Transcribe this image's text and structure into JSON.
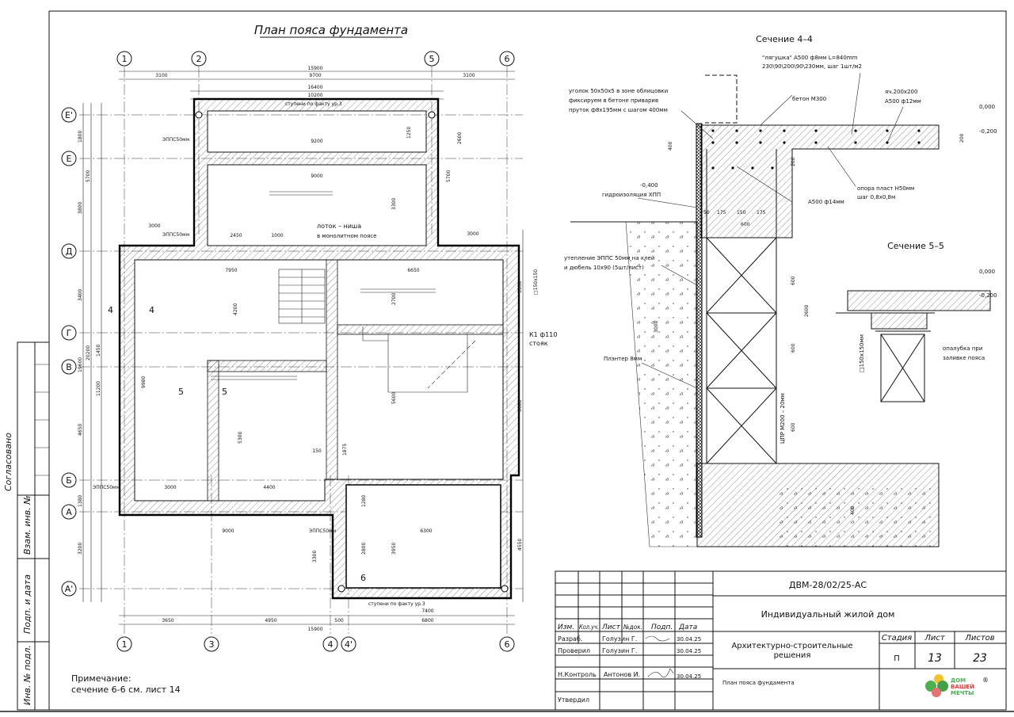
{
  "plan": {
    "title": "План пояса фундамента",
    "axes_top": [
      "1",
      "2",
      "5",
      "6"
    ],
    "axes_bottom": [
      "1",
      "3",
      "4",
      "4'",
      "6"
    ],
    "axes_left": [
      "Е'",
      "Е",
      "Д",
      "Г",
      "В",
      "Б",
      "А",
      "А'"
    ],
    "dims_top": [
      "15900",
      "3100",
      "9700",
      "3100",
      "16400",
      "10200"
    ],
    "dims_bottom": [
      "3650",
      "4950",
      "500",
      "6800",
      "15900",
      "7400"
    ],
    "dims_left": [
      "1800",
      "5700",
      "3800",
      "3400",
      "19600",
      "20200",
      "1450",
      "11200",
      "9980",
      "4650",
      "1380",
      "3200"
    ],
    "dims_inner": [
      "9200",
      "9000",
      "3000",
      "2450",
      "1000",
      "7950",
      "6650",
      "4200",
      "2700",
      "3300",
      "9980",
      "5300",
      "5600",
      "6600",
      "3000",
      "4400",
      "9000",
      "6300",
      "3950",
      "2800",
      "3300",
      "4550",
      "3350",
      "2600",
      "5700",
      "1250",
      "150",
      "1875",
      "1280",
      "3000"
    ],
    "labels": {
      "epps_1": "ЭППС50мм",
      "epps_2": "ЭППС50мм",
      "epps_3": "ЭППС50мм",
      "epps_4": "ЭППС50мм",
      "steps_top": "ступени по факту ур.3",
      "steps_bottom": "ступени по факту ур.3",
      "tray_1": "лоток – ниша",
      "tray_2": "в монолитном поясе",
      "riser_1": "К1 ф110",
      "riser_2": "стояк",
      "sec4": "4",
      "sec5": "5",
      "sec6": "6",
      "hole": "□150х150"
    }
  },
  "section44": {
    "title": "Сечение 4–4",
    "notes": [
      "\"лягушка\" А500 ф8мм L=840mm",
      "230\\90\\200\\90\\230мм, шаг 1шт/м2",
      "уголок 50х50х5 в зоне облицовки",
      "фиксируем в бетоне приварив",
      "пруток ф8х195мм с шагом 400мм",
      "бетон М300",
      "яч.200х200",
      "А500 ф12мм",
      "0,000",
      "-0,200",
      "-0,400",
      "гидроизоляция ХПП",
      "опора пласт Н50мм",
      "шаг 0,8х0,8м",
      "А500 ф14мм",
      "утепление ЭППС 50мм на клей",
      "и дюбель 10х90 (5шт/лист)",
      "Плэнтер 8мм",
      "ЦПР М200 – 20мм"
    ],
    "dims": [
      "400",
      "600",
      "175",
      "150",
      "175",
      "50",
      "2600",
      "600",
      "600",
      "600",
      "3000",
      "400",
      "200",
      "200"
    ]
  },
  "section55": {
    "title": "Сечение 5–5",
    "notes": [
      "0,000",
      "-0,200",
      "опалубка при",
      "заливке пояса",
      "□150х150мм"
    ]
  },
  "titleblock": {
    "code": "ДВМ-28/02/25-АС",
    "project": "Индивидуальный жилой дом",
    "section": "Архитектурно-строительные",
    "section2": "решения",
    "sheet_name": "План пояса фундамента",
    "headers": [
      "Изм.",
      "Кол.уч.",
      "Лист",
      "№док.",
      "Подп.",
      "Дата"
    ],
    "stage_label": "Стадия",
    "sheet_label": "Лист",
    "sheets_label": "Листов",
    "stage": "П",
    "sheet": "13",
    "sheets": "23",
    "rows": [
      {
        "role": "Разраб.",
        "name": "Голузин Г.",
        "date": "30.04.25"
      },
      {
        "role": "Проверил",
        "name": "Голузин Г.",
        "date": "30.04.25"
      },
      {
        "role": "Н.Контроль",
        "name": "Антонов И.",
        "date": "30.04.25"
      },
      {
        "role": "Утвердил",
        "name": "",
        "date": ""
      }
    ],
    "logo": "ДОМ ВАШЕЙ МЕЧТЫ"
  },
  "note": {
    "title": "Примечание:",
    "text": "сечение 6-6 см. лист 14"
  },
  "stamp": [
    "Согласовано",
    "Взам. инв. №",
    "Подп. и дата",
    "Инв. № подл."
  ]
}
